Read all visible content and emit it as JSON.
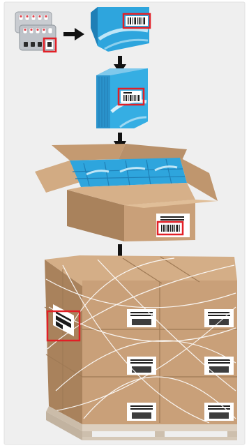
{
  "diagram": {
    "stages": [
      {
        "id": "blister-pack",
        "label": ""
      },
      {
        "id": "unit-carton",
        "label": ""
      },
      {
        "id": "bundle",
        "label": ""
      },
      {
        "id": "shipping-case",
        "label": ""
      },
      {
        "id": "pallet",
        "label": ""
      }
    ],
    "colors": {
      "background": "#efefef",
      "frame": "#e2e2e2",
      "arrow": "#111111",
      "highlight": "#e21f26",
      "cardboard": "#c9a079",
      "cardboard_dark": "#a9825c",
      "carton_blue": "#2ea5dd",
      "carton_blue_dark": "#1f7fb6",
      "wrap": "#ffffff",
      "pallet_wood": "#ddd0c0"
    }
  }
}
